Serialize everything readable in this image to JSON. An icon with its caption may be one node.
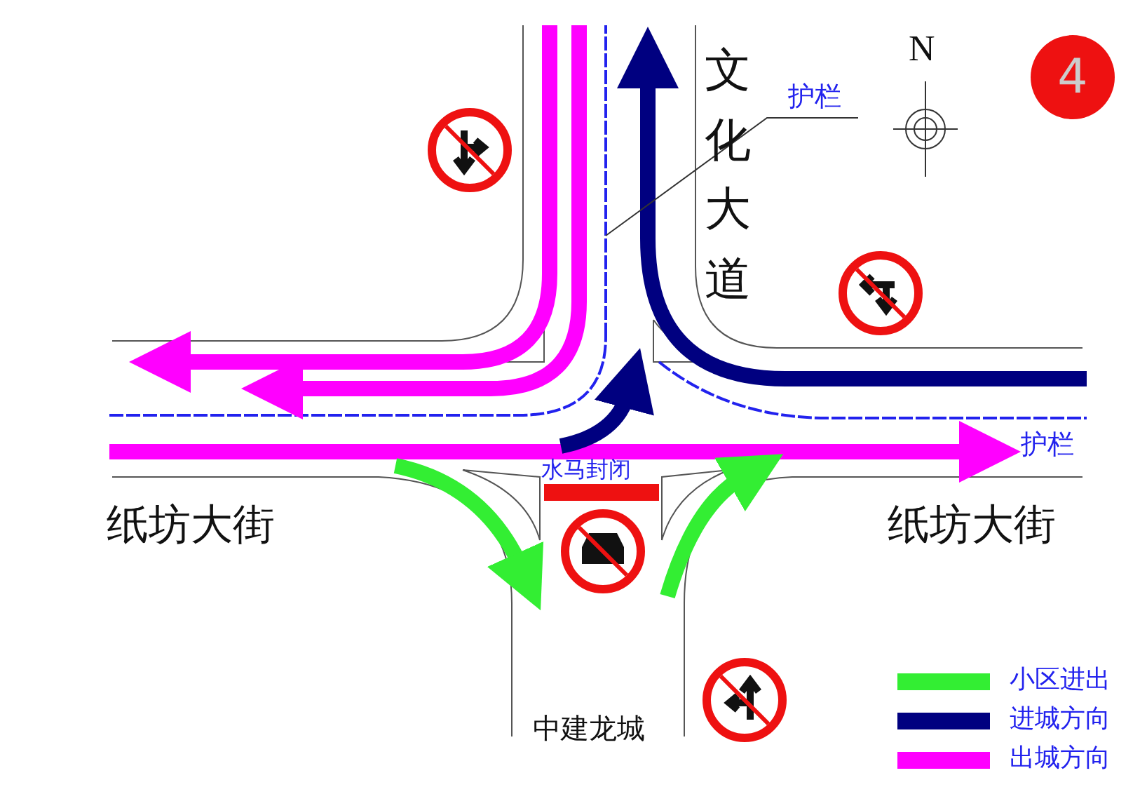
{
  "diagram": {
    "nodes": [
      {
        "text": [
          "护栏"
        ]
      },
      {
        "text": [],
        "shape": "bar"
      }
    ],
    "edges": [
      {
        "from": 0,
        "to": 1,
        "arrow": "none"
      }
    ],
    "labels": [
      "N",
      "4",
      "文化大道",
      "护栏",
      "水马封闭",
      "纸坊大街",
      "纸坊大街",
      "中建龙城"
    ],
    "legend": [
      {
        "text": "小区进出",
        "color": "#33ee33"
      },
      {
        "text": "进城方向",
        "color": "#000080"
      },
      {
        "text": "出城方向",
        "color": "#ff00ff"
      }
    ]
  }
}
